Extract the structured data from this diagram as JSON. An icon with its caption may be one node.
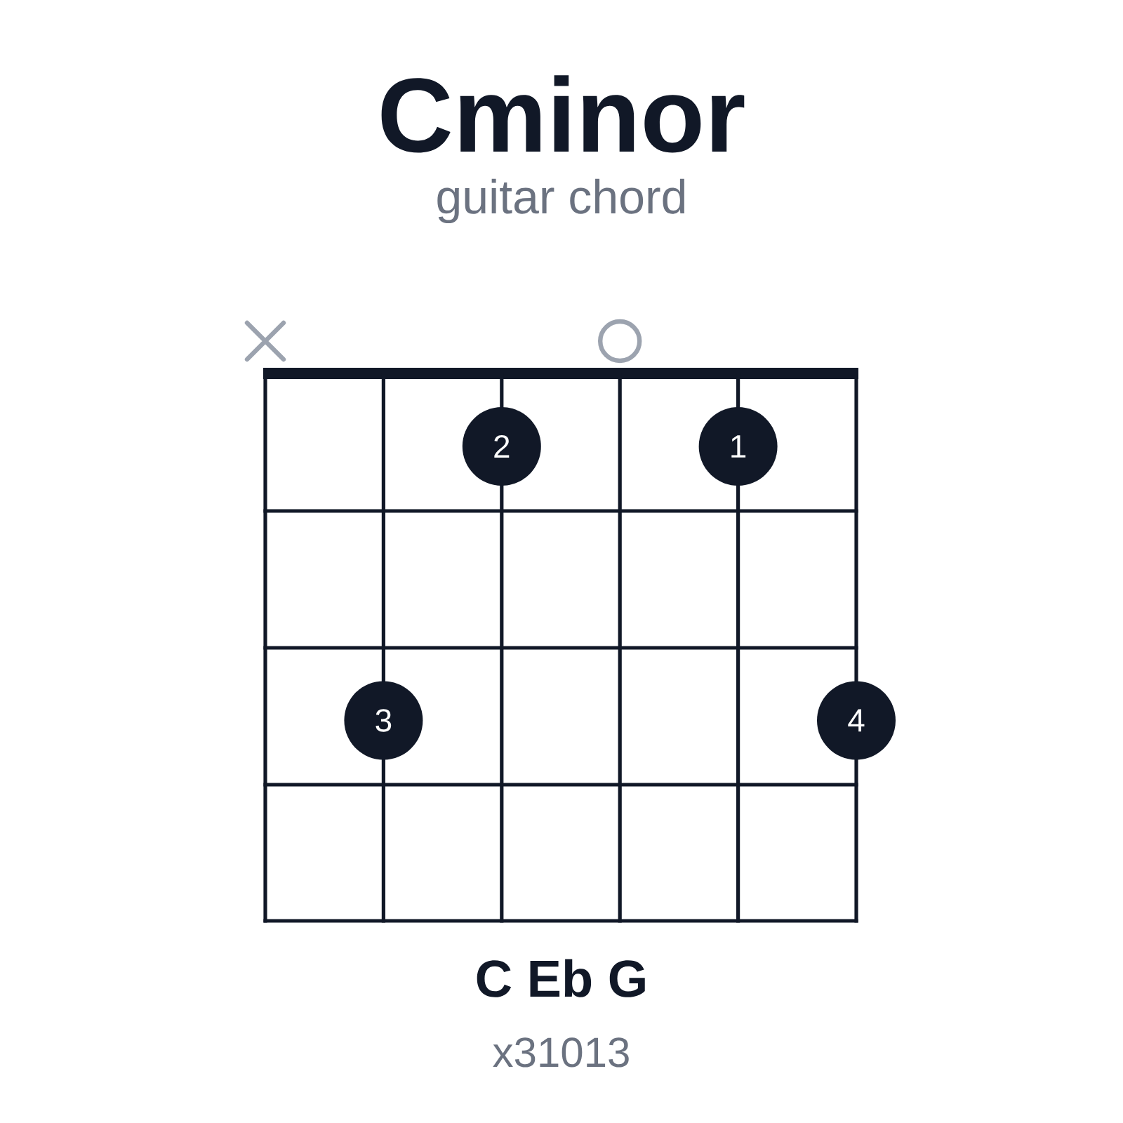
{
  "diagram": {
    "title": "Cminor",
    "nodes": [
      {
        "text": [
          "2"
        ]
      },
      {
        "text": [
          "1"
        ]
      },
      {
        "text": [
          "3"
        ]
      },
      {
        "text": [
          "4"
        ]
      }
    ],
    "labels": [
      "guitar chord",
      "C Eb G",
      "x31013"
    ]
  }
}
